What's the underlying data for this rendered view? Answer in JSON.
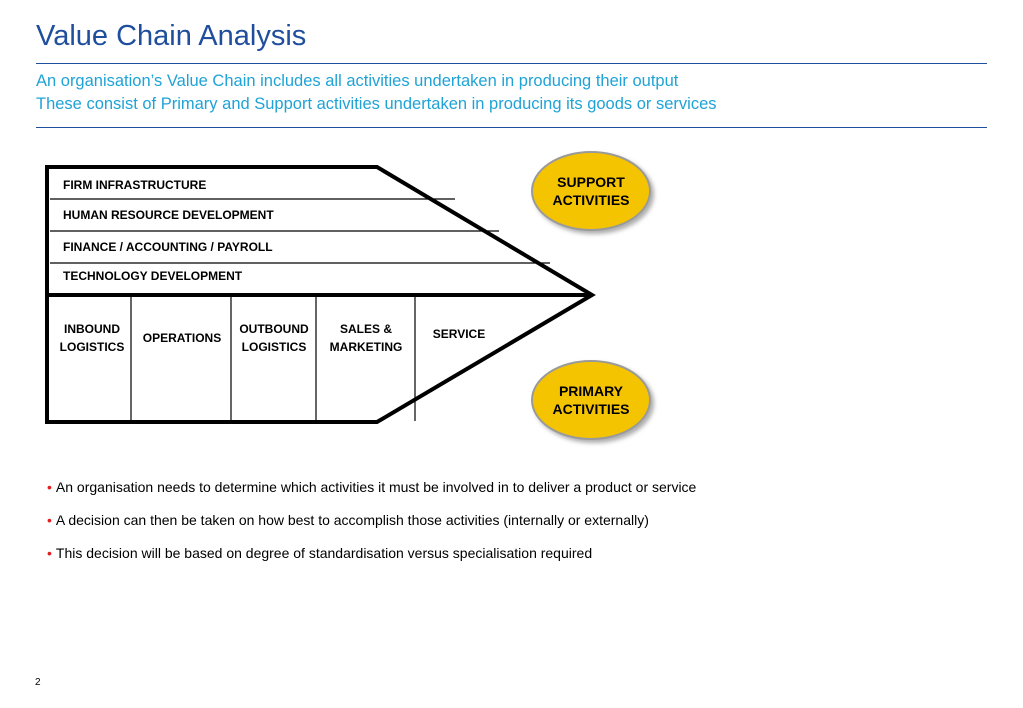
{
  "title": "Value Chain Analysis",
  "subtitle_lines": [
    "An organisation’s Value Chain includes all activities undertaken in producing their output",
    "These consist of Primary and Support activities undertaken in producing its goods or services"
  ],
  "support_rows": [
    "FIRM INFRASTRUCTURE",
    "HUMAN RESOURCE DEVELOPMENT",
    "FINANCE / ACCOUNTING / PAYROLL",
    "TECHNOLOGY DEVELOPMENT"
  ],
  "primary_columns": [
    {
      "line1": "INBOUND",
      "line2": "LOGISTICS"
    },
    {
      "line1": "OPERATIONS",
      "line2": ""
    },
    {
      "line1": "OUTBOUND",
      "line2": "LOGISTICS"
    },
    {
      "line1": "SALES &",
      "line2": "MARKETING"
    },
    {
      "line1": "SERVICE",
      "line2": ""
    }
  ],
  "ovals": {
    "support": {
      "line1": "SUPPORT",
      "line2": "ACTIVITIES"
    },
    "primary": {
      "line1": "PRIMARY",
      "line2": "ACTIVITIES"
    }
  },
  "bullets": [
    "An organisation needs to determine which activities it must be involved in to deliver a product or service",
    "A decision can then be taken on how best to accomplish those activities (internally or externally)",
    "This decision will be based on degree of standardisation versus specialisation required"
  ],
  "page_number": "2",
  "colors": {
    "title": "#1f4e9c",
    "subtitle": "#1fa3d6",
    "oval_fill": "#f5c400",
    "oval_stroke": "#9a9a9a",
    "bullet_dot": "#e02020"
  }
}
